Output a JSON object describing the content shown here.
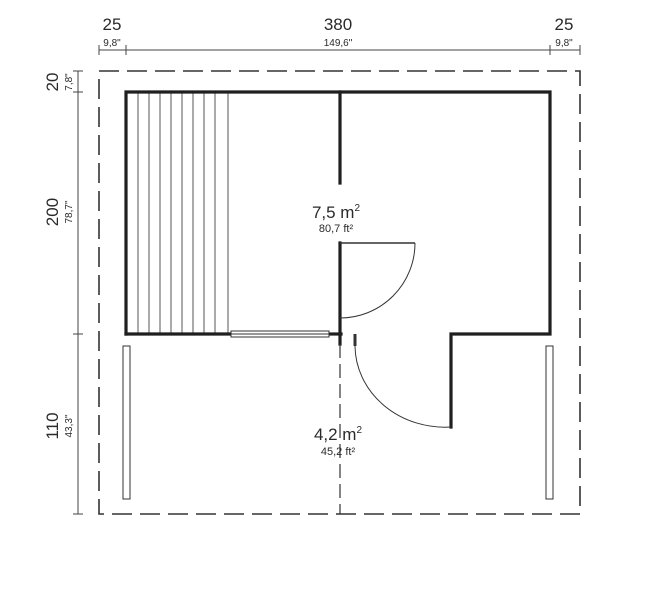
{
  "dimensions": {
    "top": [
      {
        "cm": "25",
        "inch": "9,8\""
      },
      {
        "cm": "380",
        "inch": "149,6\""
      },
      {
        "cm": "25",
        "inch": "9,8\""
      }
    ],
    "left": [
      {
        "cm": "20",
        "inch": "7,8\""
      },
      {
        "cm": "200",
        "inch": "78,7\""
      },
      {
        "cm": "110",
        "inch": "43,3\""
      }
    ]
  },
  "rooms": [
    {
      "area_m2": "7,5 m",
      "sup": "2",
      "area_ft2": "80,7 ft²"
    },
    {
      "area_m2": "4,2 m",
      "sup": "2",
      "area_ft2": "45,2 ft²"
    }
  ],
  "colors": {
    "wall": "#1f1f1f",
    "line": "#333333",
    "text": "#2a2a2a"
  }
}
